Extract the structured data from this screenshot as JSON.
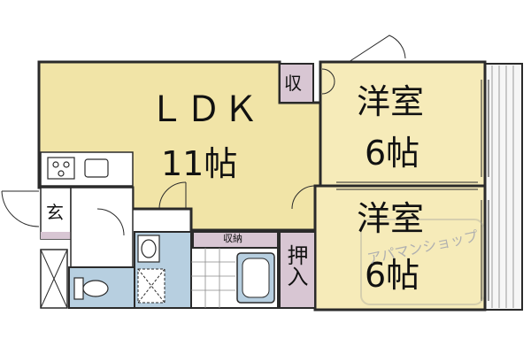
{
  "floorplan": {
    "rooms": {
      "ldk": {
        "name": "ＬＤＫ",
        "size": "11帖"
      },
      "western1": {
        "name": "洋室",
        "size": "6帖"
      },
      "western2": {
        "name": "洋室",
        "size": "6帖"
      },
      "storage": {
        "label": "収"
      },
      "entrance": {
        "label": "玄"
      },
      "closet": {
        "label": "押入"
      },
      "storage_hall": {
        "label": "収納"
      }
    },
    "watermark": {
      "text": "アパマンショップ"
    },
    "colors": {
      "ldk_floor": "#f1e4a7",
      "western_floor": "#f6ebb9",
      "wet_area": "#b7cfe0",
      "storage": "#d8c6d3",
      "wall": "#2a2a2a",
      "hall": "#ffffff",
      "balcony": "#f6f6f6"
    }
  }
}
